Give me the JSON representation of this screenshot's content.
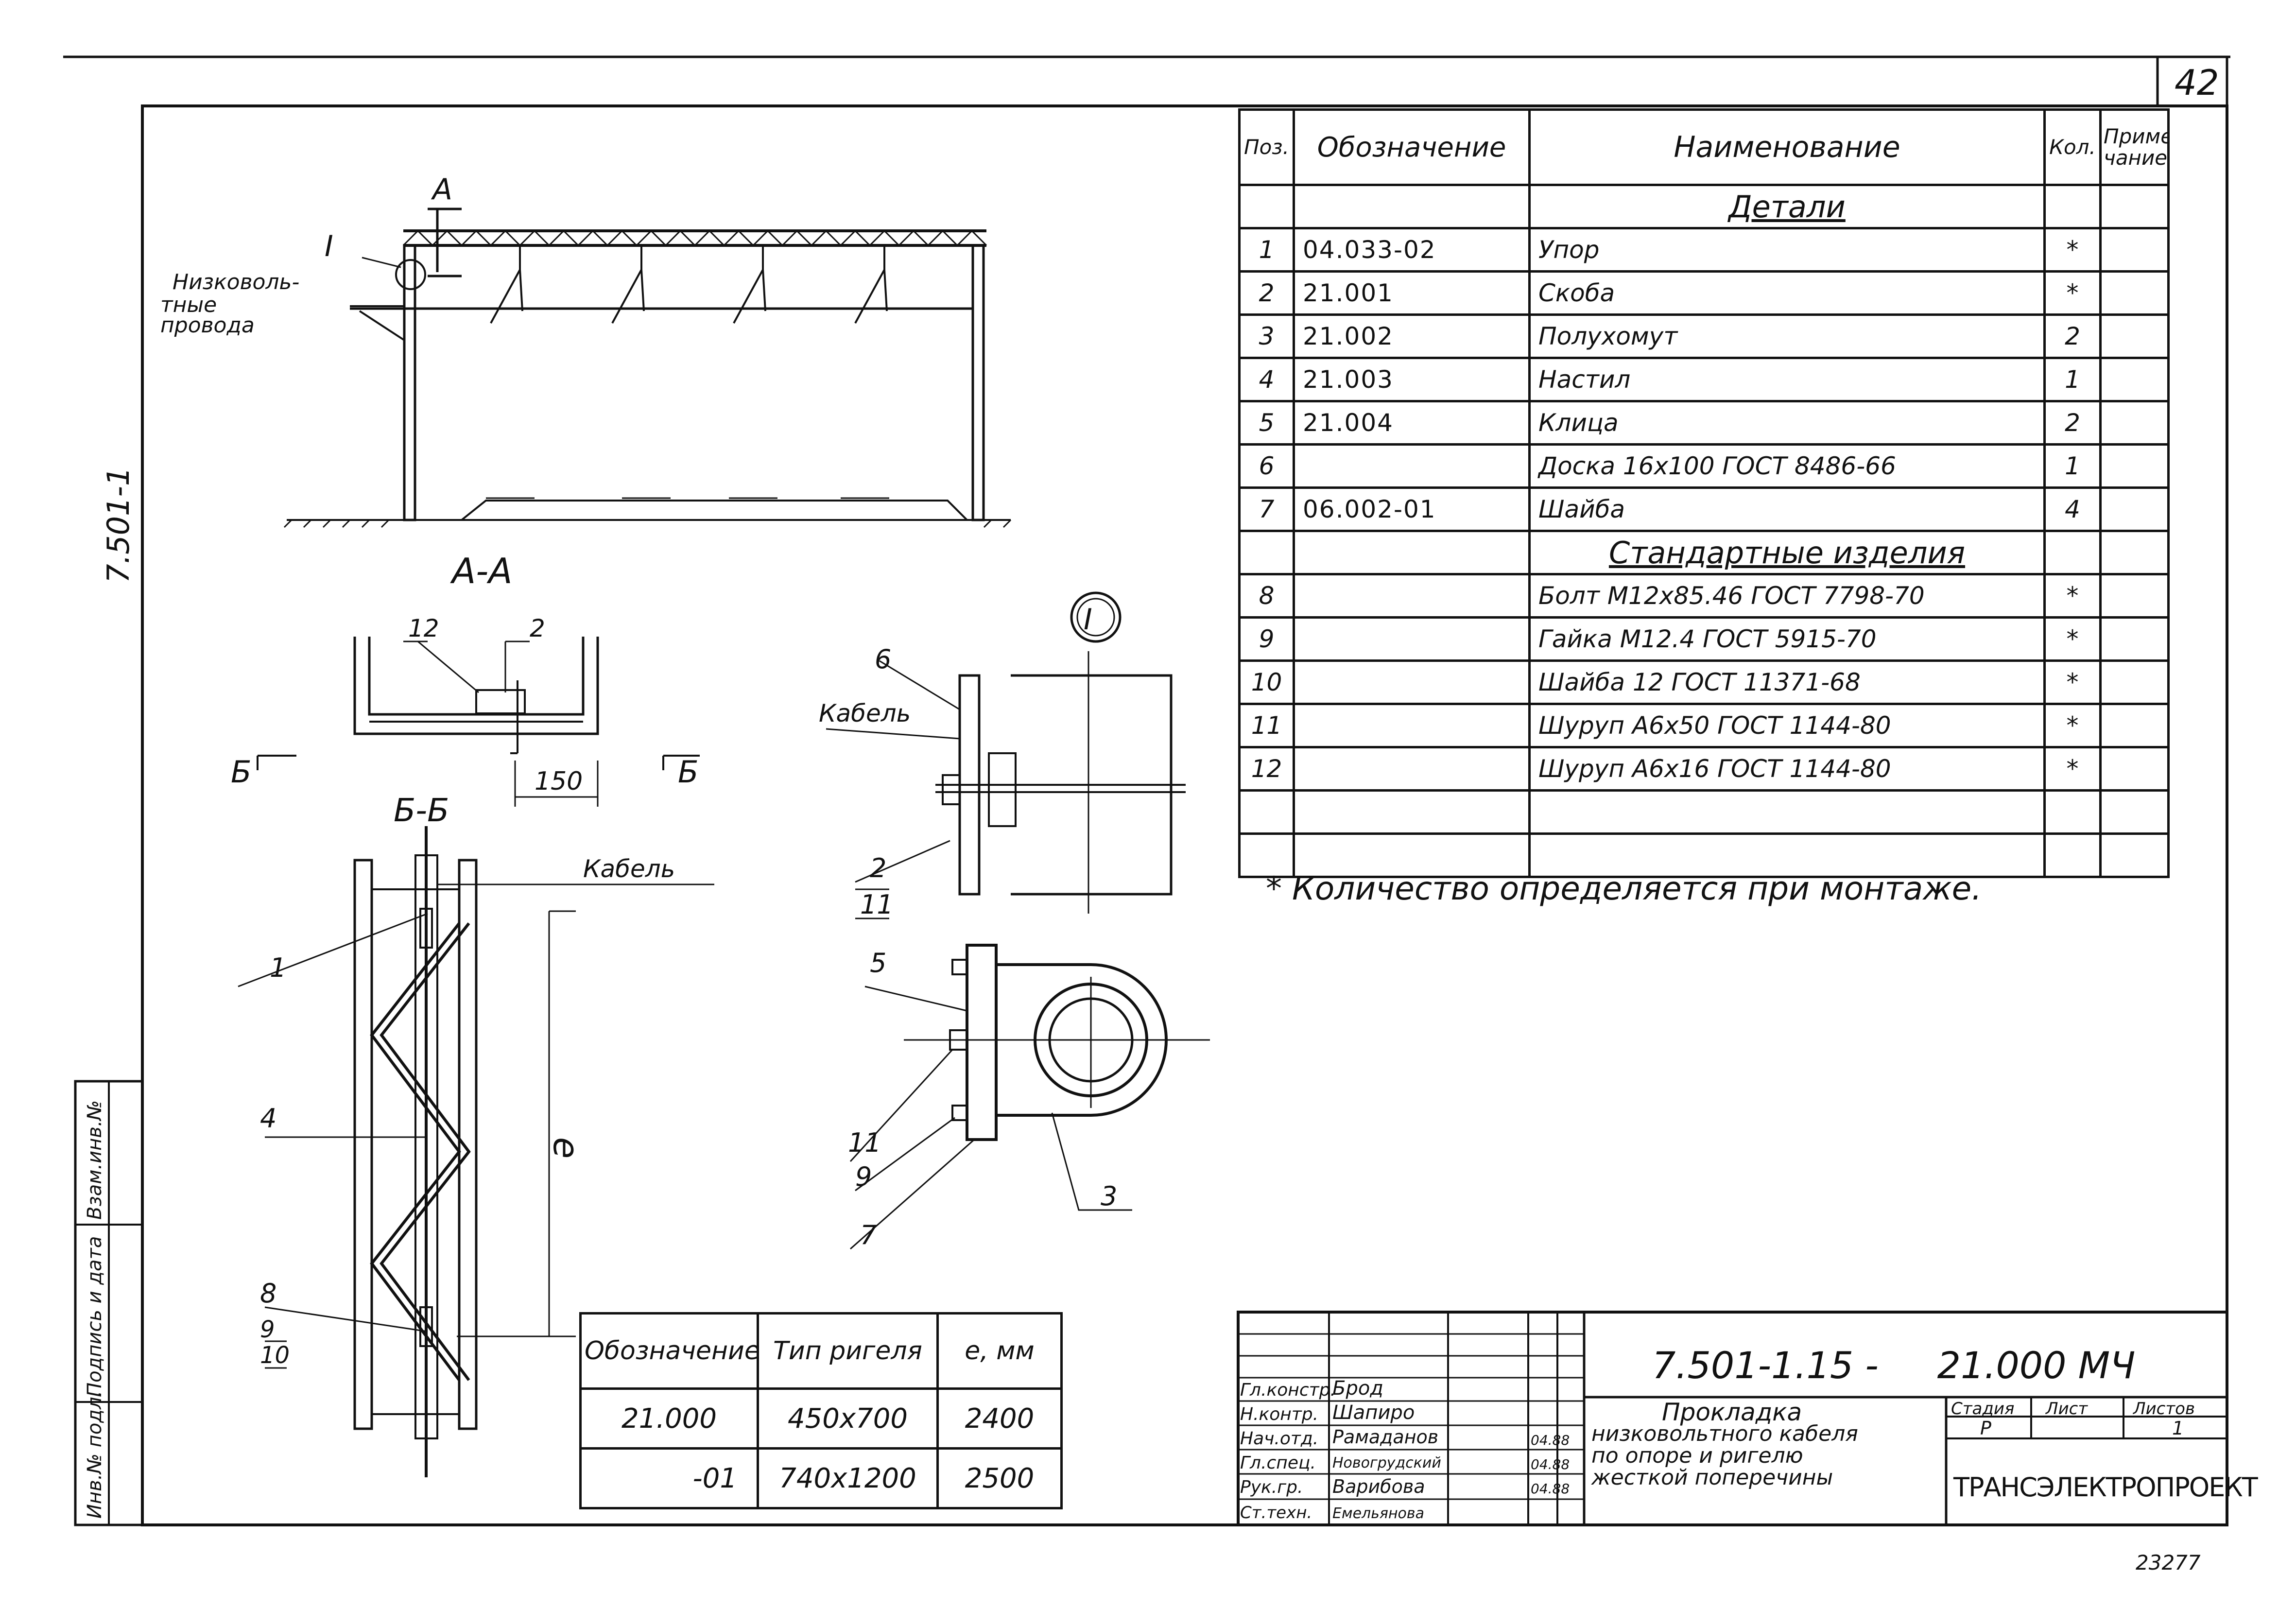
{
  "sheet": {
    "page_number": "42",
    "side_code": "7.501-1",
    "stamp_number": "23277"
  },
  "drawing": {
    "label_low_voltage": [
      "Низковоль-",
      "тные",
      "провода"
    ],
    "label_node": "I",
    "label_section_a_arrow": "А",
    "section_aa_title": "А-А",
    "section_bb_title": "Б-Б",
    "arrow_b_left": "Б",
    "arrow_b_right": "Б",
    "dim_150": "150",
    "dim_length": "e",
    "label_cable_1": "Кабель",
    "label_cable_2": "Кабель",
    "node_circle_label": "I",
    "callouts": {
      "aa_12": "12",
      "aa_2": "2",
      "bb_1": "1",
      "bb_4": "4",
      "bb_8": "8",
      "bb_9": "9",
      "bb_10": "10",
      "n_6": "6",
      "n_2": "2",
      "n_11a": "11",
      "n_5": "5",
      "n_11b": "11",
      "n_9": "9",
      "n_7": "7",
      "n_3": "3"
    }
  },
  "spec_table": {
    "headers": {
      "pos": "Поз.",
      "designation": "Обозначение",
      "name": "Наименование",
      "qty": "Кол.",
      "note": "Приме- чание"
    },
    "section_details": "Детали",
    "section_standard": "Стандартные изделия",
    "rows_details": [
      {
        "pos": "1",
        "desig": "04.033-02",
        "name": "Упор",
        "qty": "*"
      },
      {
        "pos": "2",
        "desig": "21.001",
        "name": "Скоба",
        "qty": "*"
      },
      {
        "pos": "3",
        "desig": "21.002",
        "name": "Полухомут",
        "qty": "2"
      },
      {
        "pos": "4",
        "desig": "21.003",
        "name": "Настил",
        "qty": "1"
      },
      {
        "pos": "5",
        "desig": "21.004",
        "name": "Клица",
        "qty": "2"
      },
      {
        "pos": "6",
        "desig": "",
        "name": "Доска 16х100 ГОСТ 8486-66",
        "qty": "1"
      },
      {
        "pos": "7",
        "desig": "06.002-01",
        "name": "Шайба",
        "qty": "4"
      }
    ],
    "rows_standard": [
      {
        "pos": "8",
        "desig": "",
        "name": "Болт М12х85.46 ГОСТ 7798-70",
        "qty": "*"
      },
      {
        "pos": "9",
        "desig": "",
        "name": "Гайка М12.4 ГОСТ 5915-70",
        "qty": "*"
      },
      {
        "pos": "10",
        "desig": "",
        "name": "Шайба 12 ГОСТ 11371-68",
        "qty": "*"
      },
      {
        "pos": "11",
        "desig": "",
        "name": "Шуруп А6х50 ГОСТ 1144-80",
        "qty": "*"
      },
      {
        "pos": "12",
        "desig": "",
        "name": "Шуруп А6х16 ГОСТ 1144-80",
        "qty": "*"
      }
    ],
    "footnote": "* Количество определяется при монтаже."
  },
  "types_table": {
    "headers": [
      "Обозначение",
      "Тип ригеля",
      "e, мм"
    ],
    "rows": [
      [
        "21.000",
        "450х700",
        "2400"
      ],
      [
        "-01",
        "740х1200",
        "2500"
      ]
    ]
  },
  "title_block": {
    "doc_code": "7.501-1.15 -     21.000 МЧ",
    "title": [
      "Прокладка",
      "низковольтного кабеля",
      "по опоре и ригелю",
      "жесткой поперечины"
    ],
    "stage_header": "Стадия",
    "sheet_header": "Лист",
    "sheets_header": "Листов",
    "stage": "Р",
    "sheets": "1",
    "org": "ТРАНСЭЛЕКТРОПРОЕКТ",
    "signers": [
      {
        "role": "Гл.констр.",
        "name": "Брод",
        "date": ""
      },
      {
        "role": "Н.контр.",
        "name": "Шапиро",
        "date": ""
      },
      {
        "role": "Нач.отд.",
        "name": "Рамаданов",
        "date": "04.88"
      },
      {
        "role": "Гл.спец.",
        "name": "Новогрудский",
        "date": "04.88"
      },
      {
        "role": "Рук.гр.",
        "name": "Варибова",
        "date": "04.88"
      },
      {
        "role": "Ст.техн.",
        "name": "Емельянова",
        "date": ""
      }
    ]
  },
  "side_strip": {
    "field1": "Инв.№ подл.",
    "field2": "Подпись и дата",
    "field3": "Взам.инв.№"
  }
}
